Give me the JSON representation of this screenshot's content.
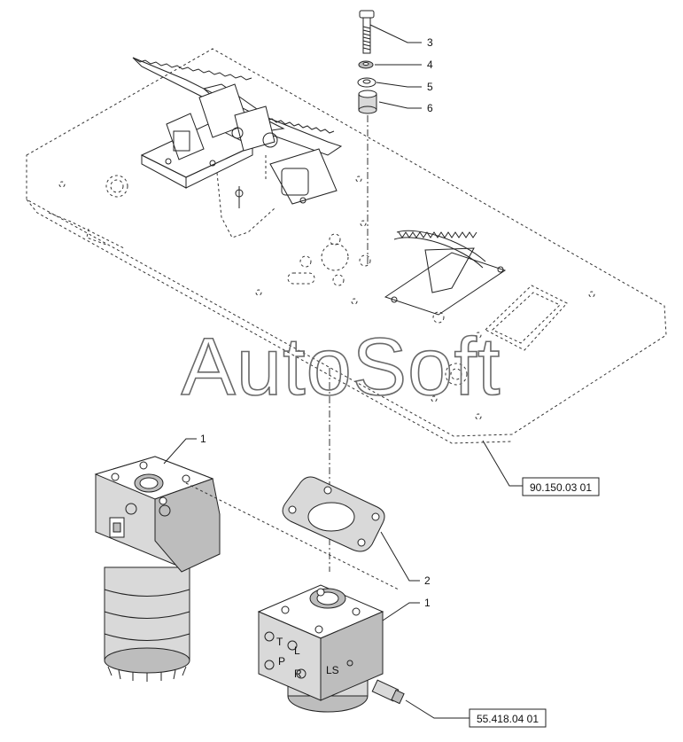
{
  "callouts": {
    "c1a": "1",
    "c1b": "1",
    "c2": "2",
    "c3": "3",
    "c4": "4",
    "c5": "5",
    "c6": "6"
  },
  "refs": {
    "floor_plate": "90.150.03 01",
    "fitting": "55.418.04 01"
  },
  "port_marks": {
    "t": "T",
    "l": "L",
    "p": "P",
    "r": "R",
    "ls": "LS"
  },
  "watermark": "AutoSoft",
  "colors": {
    "line": "#222222",
    "part_shade": "#d9d9d9",
    "part_shade_dark": "#bdbdbd",
    "watermark": "#6a6a6a"
  }
}
